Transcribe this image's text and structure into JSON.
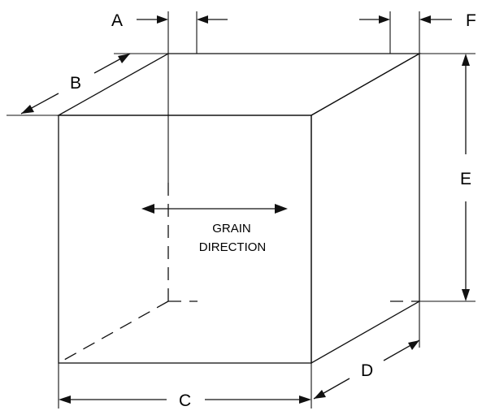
{
  "diagram": {
    "dimensions": {
      "a": "A",
      "b": "B",
      "c": "C",
      "d": "D",
      "e": "E",
      "f": "F"
    },
    "grain": {
      "line1": "GRAIN",
      "line2": "DIRECTION"
    }
  }
}
